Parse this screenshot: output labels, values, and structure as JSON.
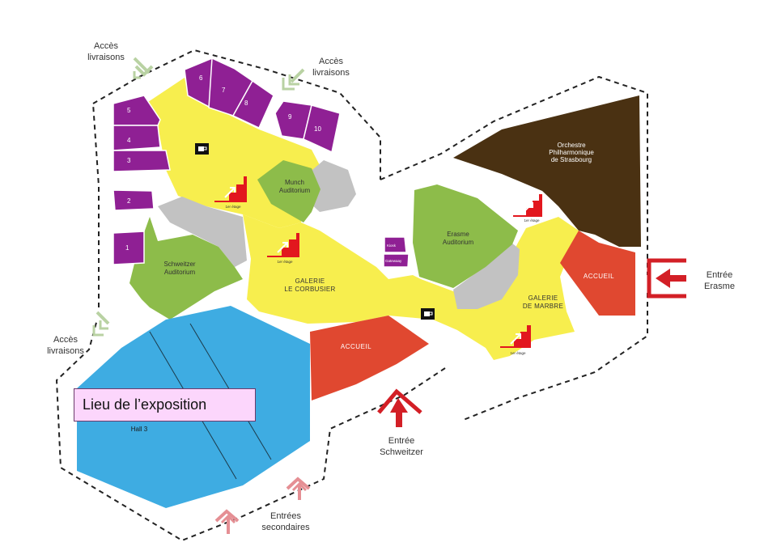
{
  "colors": {
    "corridor_yellow": "#f7ee4e",
    "room_purple": "#8f2094",
    "auditorium_green": "#8dbc4a",
    "service_grey": "#c2c2c2",
    "orchestra_brown": "#4a3112",
    "hall_blue": "#3eace2",
    "accueil_red": "#e04830",
    "entrance_red": "#d31f26",
    "delivery_green": "#b9d2a3",
    "secondary_pink": "#e58f94",
    "stair_red": "#e2171e",
    "expo_pink": "#fcd6fc"
  },
  "rooms": {
    "r1": "1",
    "r2": "2",
    "r3": "3",
    "r4": "4",
    "r5": "5",
    "r6": "6",
    "r7": "7",
    "r8": "8",
    "r9": "9",
    "r10": "10",
    "kiosk_a": "Kiosk",
    "kiosk_b": "Gatewaay"
  },
  "auditoriums": {
    "munch": [
      "Munch",
      "Auditorium"
    ],
    "schweitzer": [
      "Schweitzer",
      "Auditorium"
    ],
    "erasme": [
      "Erasme",
      "Auditorium"
    ],
    "orchestre": [
      "Orchestre",
      "Philharmonique",
      "de Strasbourg"
    ]
  },
  "galleries": {
    "corbusier": [
      "GALERIE",
      "LE CORBUSIER"
    ],
    "marbre": [
      "GALERIE",
      "DE MARBRE"
    ]
  },
  "accueil": {
    "center": "ACCUEIL",
    "right": "ACCUEIL"
  },
  "hall": "Hall 3",
  "stairs": {
    "s1": "1er étage",
    "s2": "1er étage",
    "s3": "1er étage",
    "s4": "1er étage"
  },
  "labels": {
    "delivery_top_left": [
      "Accès",
      "livraisons"
    ],
    "delivery_top_center": [
      "Accès",
      "livraisons"
    ],
    "delivery_left": [
      "Accès",
      "livraisons"
    ],
    "entree_erasme": [
      "Entrée",
      "Erasme"
    ],
    "entree_schweitzer": [
      "Entrée",
      "Schweitzer"
    ],
    "entrees_secondaires": [
      "Entrées",
      "secondaires"
    ]
  },
  "exposition_label": "Lieu de l’exposition"
}
